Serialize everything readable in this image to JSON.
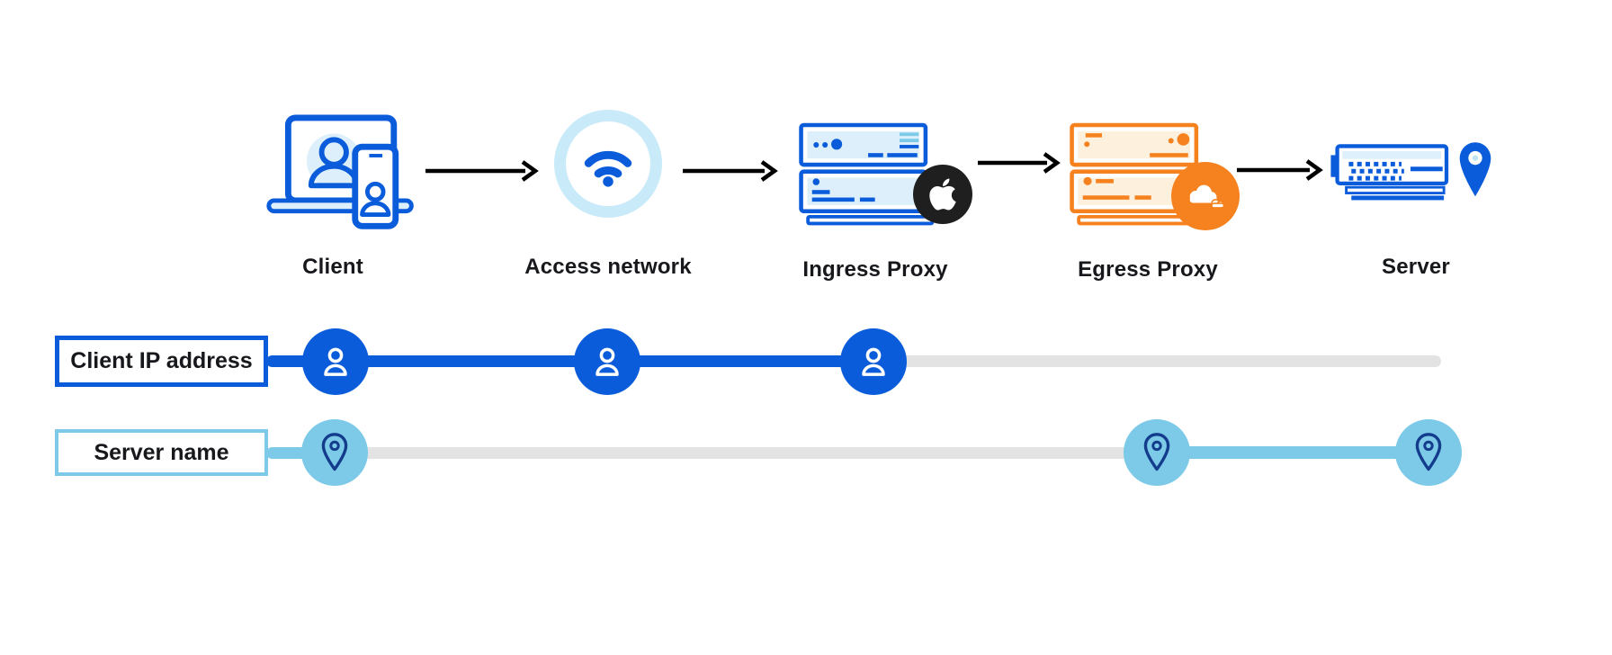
{
  "flow": {
    "nodes": [
      {
        "label": "Client",
        "icon": "laptop-and-phone-icon"
      },
      {
        "label": "Access network",
        "icon": "wifi-icon"
      },
      {
        "label": "Ingress Proxy",
        "icon": "server-stack-icon",
        "badge": "apple-logo-icon"
      },
      {
        "label": "Egress Proxy",
        "icon": "server-stack-icon",
        "badge": "cloudflare-logo-icon"
      },
      {
        "label": "Server",
        "icon": "server-location-icon"
      }
    ]
  },
  "tracks": [
    {
      "label": "Client IP address",
      "marker_icon": "person-icon",
      "active_stages": [
        "Client",
        "Access network",
        "Ingress Proxy"
      ],
      "active_color": "#0B5CDB",
      "inactive_color": "#E3E3E3"
    },
    {
      "label": "Server name",
      "marker_icon": "location-pin-icon",
      "active_stages": [
        "Client",
        "Egress Proxy",
        "Server"
      ],
      "active_color": "#7CCAE8",
      "inactive_color": "#E3E3E3"
    }
  ],
  "colors": {
    "primary_blue": "#0B5CDB",
    "light_cyan": "#7CCAE8",
    "pale_blue_fill": "#DCEFFA",
    "ring_blue": "#C9EAF8",
    "navy_pin": "#143C8C",
    "orange": "#F6821F",
    "cream_fill": "#FDF1DE",
    "track_gray": "#E3E3E3",
    "badge_black": "#1F1F1F",
    "arrow_black": "#000000"
  }
}
